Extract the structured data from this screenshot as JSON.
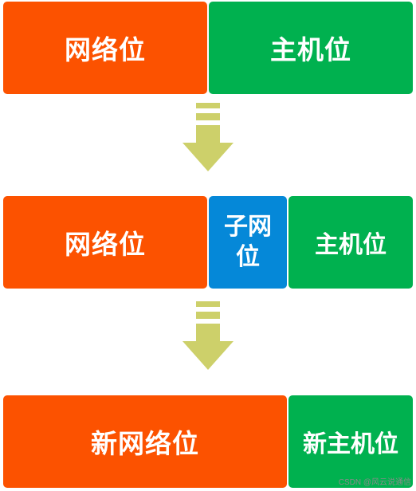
{
  "row1": {
    "network_label": "网络位",
    "host_label": "主机位"
  },
  "row2": {
    "network_label": "网络位",
    "subnet_label": "子网位",
    "host_label": "主机位"
  },
  "row3": {
    "new_network_label": "新网络位",
    "new_host_label": "新主机位"
  },
  "arrow_icon": "down-arrow-icon",
  "colors": {
    "network": "#fc5200",
    "host": "#00b14f",
    "subnet": "#0588d8",
    "arrow": "#cdd06a"
  },
  "watermark": "CSDN @风云说通信"
}
